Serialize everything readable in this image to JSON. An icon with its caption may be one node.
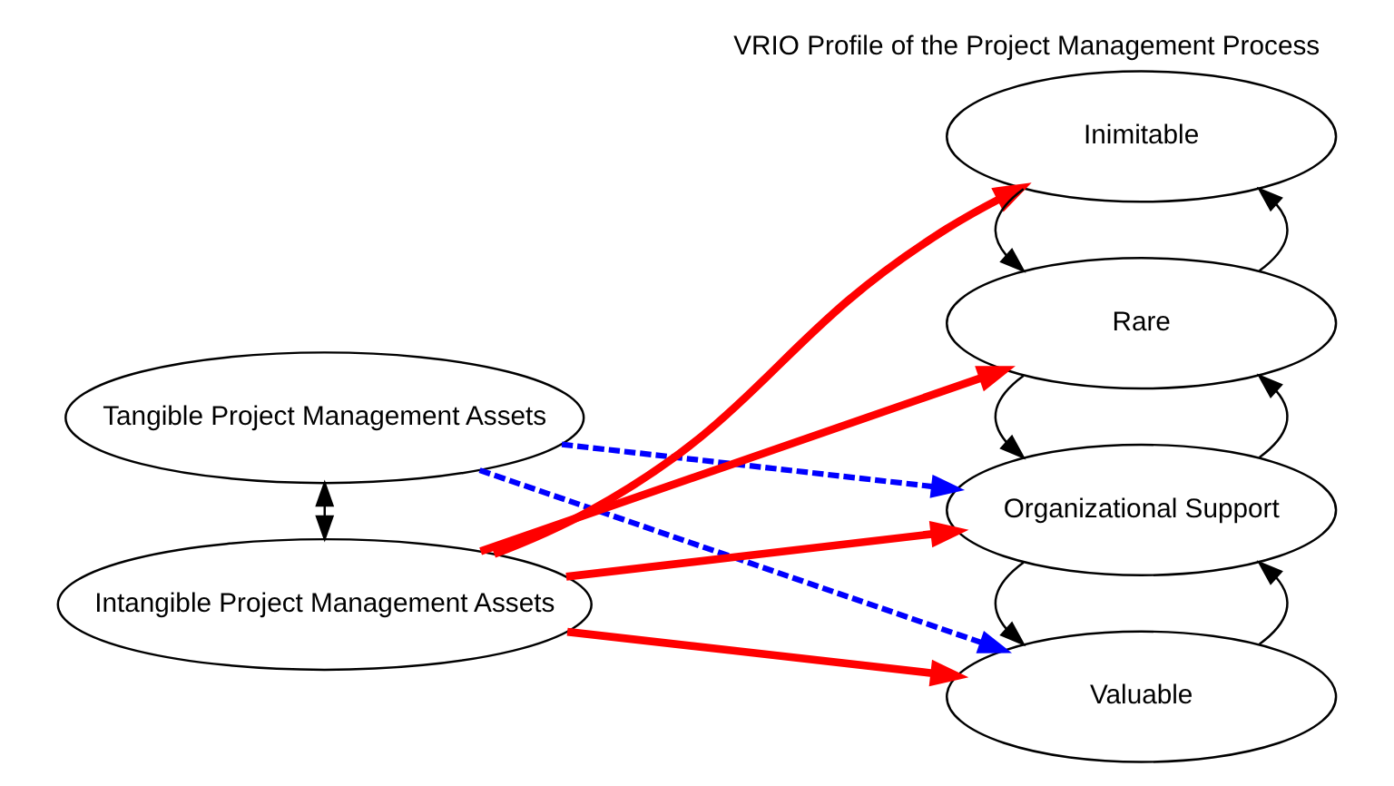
{
  "diagram": {
    "title": "VRIO Profile of the Project Management Process",
    "nodes": [
      {
        "text": [
          "Tangible Project Management Assets"
        ]
      },
      {
        "text": [
          "Intangible Project Management Assets"
        ]
      },
      {
        "text": [
          "Valuable"
        ]
      },
      {
        "text": [
          "Organizational Support"
        ]
      },
      {
        "text": [
          "Rare"
        ]
      },
      {
        "text": [
          "Inimitable"
        ]
      }
    ],
    "edges": [
      {
        "from": 0,
        "to": 1,
        "arrow": "both"
      },
      {
        "from": 0,
        "to": 2,
        "arrow": "to",
        "style": "dashed",
        "color": "#0000ff"
      },
      {
        "from": 0,
        "to": 3,
        "arrow": "to",
        "style": "dashed",
        "color": "#0000ff"
      },
      {
        "from": 1,
        "to": 2,
        "arrow": "to",
        "style": "thick",
        "color": "#ff0000"
      },
      {
        "from": 1,
        "to": 3,
        "arrow": "to",
        "style": "thick",
        "color": "#ff0000"
      },
      {
        "from": 1,
        "to": 4,
        "arrow": "to",
        "style": "thick",
        "color": "#ff0000"
      },
      {
        "from": 1,
        "to": 5,
        "arrow": "to",
        "style": "thick",
        "color": "#ff0000"
      },
      {
        "from": 2,
        "to": 3,
        "arrow": "to"
      },
      {
        "from": 3,
        "to": 2,
        "arrow": "to"
      },
      {
        "from": 3,
        "to": 4,
        "arrow": "to"
      },
      {
        "from": 4,
        "to": 3,
        "arrow": "to"
      },
      {
        "from": 4,
        "to": 5,
        "arrow": "to"
      },
      {
        "from": 5,
        "to": 4,
        "arrow": "to"
      }
    ]
  }
}
